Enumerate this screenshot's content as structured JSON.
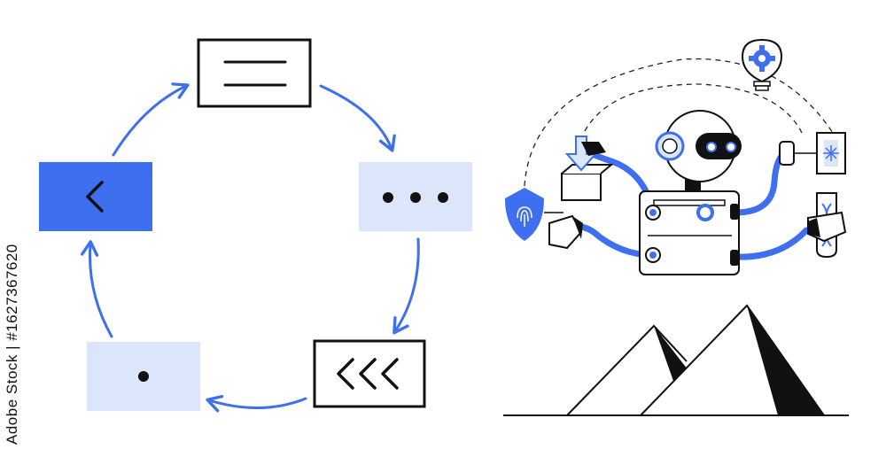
{
  "colors": {
    "accent": "#3d6ff0",
    "accent_light": "#dbe6fb",
    "ink": "#111111",
    "paper": "#ffffff"
  },
  "watermark": {
    "side_text": "Adobe Stock | #1627367620"
  },
  "cycle": {
    "nodes": [
      {
        "name": "menu-card",
        "icon": "hamburger-lines-icon"
      },
      {
        "name": "ellipsis-card",
        "icon": "three-dots-icon"
      },
      {
        "name": "triple-chevron-card",
        "icon": "triple-chevron-left-icon"
      },
      {
        "name": "single-dot-card",
        "icon": "dot-icon"
      },
      {
        "name": "back-chevron-card",
        "icon": "chevron-left-icon"
      }
    ]
  },
  "scene": {
    "icons": [
      "robot-icon",
      "lightbulb-gear-icon",
      "shield-fingerprint-icon",
      "download-box-icon",
      "dna-test-tube-icon",
      "laser-device-icon",
      "pyramids-icon"
    ]
  }
}
